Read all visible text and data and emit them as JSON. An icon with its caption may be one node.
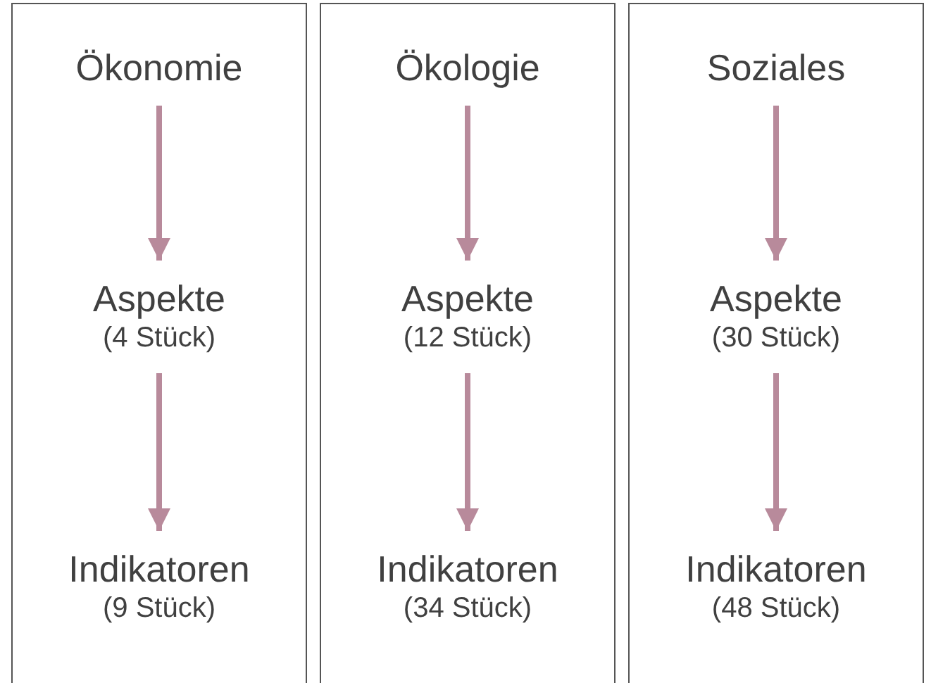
{
  "diagram": {
    "nodes": [
      {
        "text": [],
        "shape": "box"
      },
      {
        "text": [
          "Ökonomie"
        ],
        "in": 0
      },
      {
        "text": [
          "Aspekte",
          "(4 Stück)"
        ],
        "in": 0
      },
      {
        "text": [
          "Indikatoren",
          "(9 Stück)"
        ],
        "in": 0
      },
      {
        "text": [],
        "shape": "box"
      },
      {
        "text": [
          "Ökologie"
        ],
        "in": 4
      },
      {
        "text": [
          "Aspekte",
          "(12 Stück)"
        ],
        "in": 4
      },
      {
        "text": [
          "Indikatoren",
          "(34 Stück)"
        ],
        "in": 4
      },
      {
        "text": [],
        "shape": "box"
      },
      {
        "text": [
          "Soziales"
        ],
        "in": 8
      },
      {
        "text": [
          "Aspekte",
          "(30 Stück)"
        ],
        "in": 8
      },
      {
        "text": [
          "Indikatoren",
          "(48 Stück)"
        ],
        "in": 8
      }
    ],
    "edges": [
      {
        "from": 1,
        "to": 2,
        "arrow": "to"
      },
      {
        "from": 2,
        "to": 3,
        "arrow": "to"
      },
      {
        "from": 5,
        "to": 6,
        "arrow": "to"
      },
      {
        "from": 6,
        "to": 7,
        "arrow": "to"
      },
      {
        "from": 9,
        "to": 10,
        "arrow": "to"
      },
      {
        "from": 10,
        "to": 11,
        "arrow": "to"
      }
    ]
  }
}
